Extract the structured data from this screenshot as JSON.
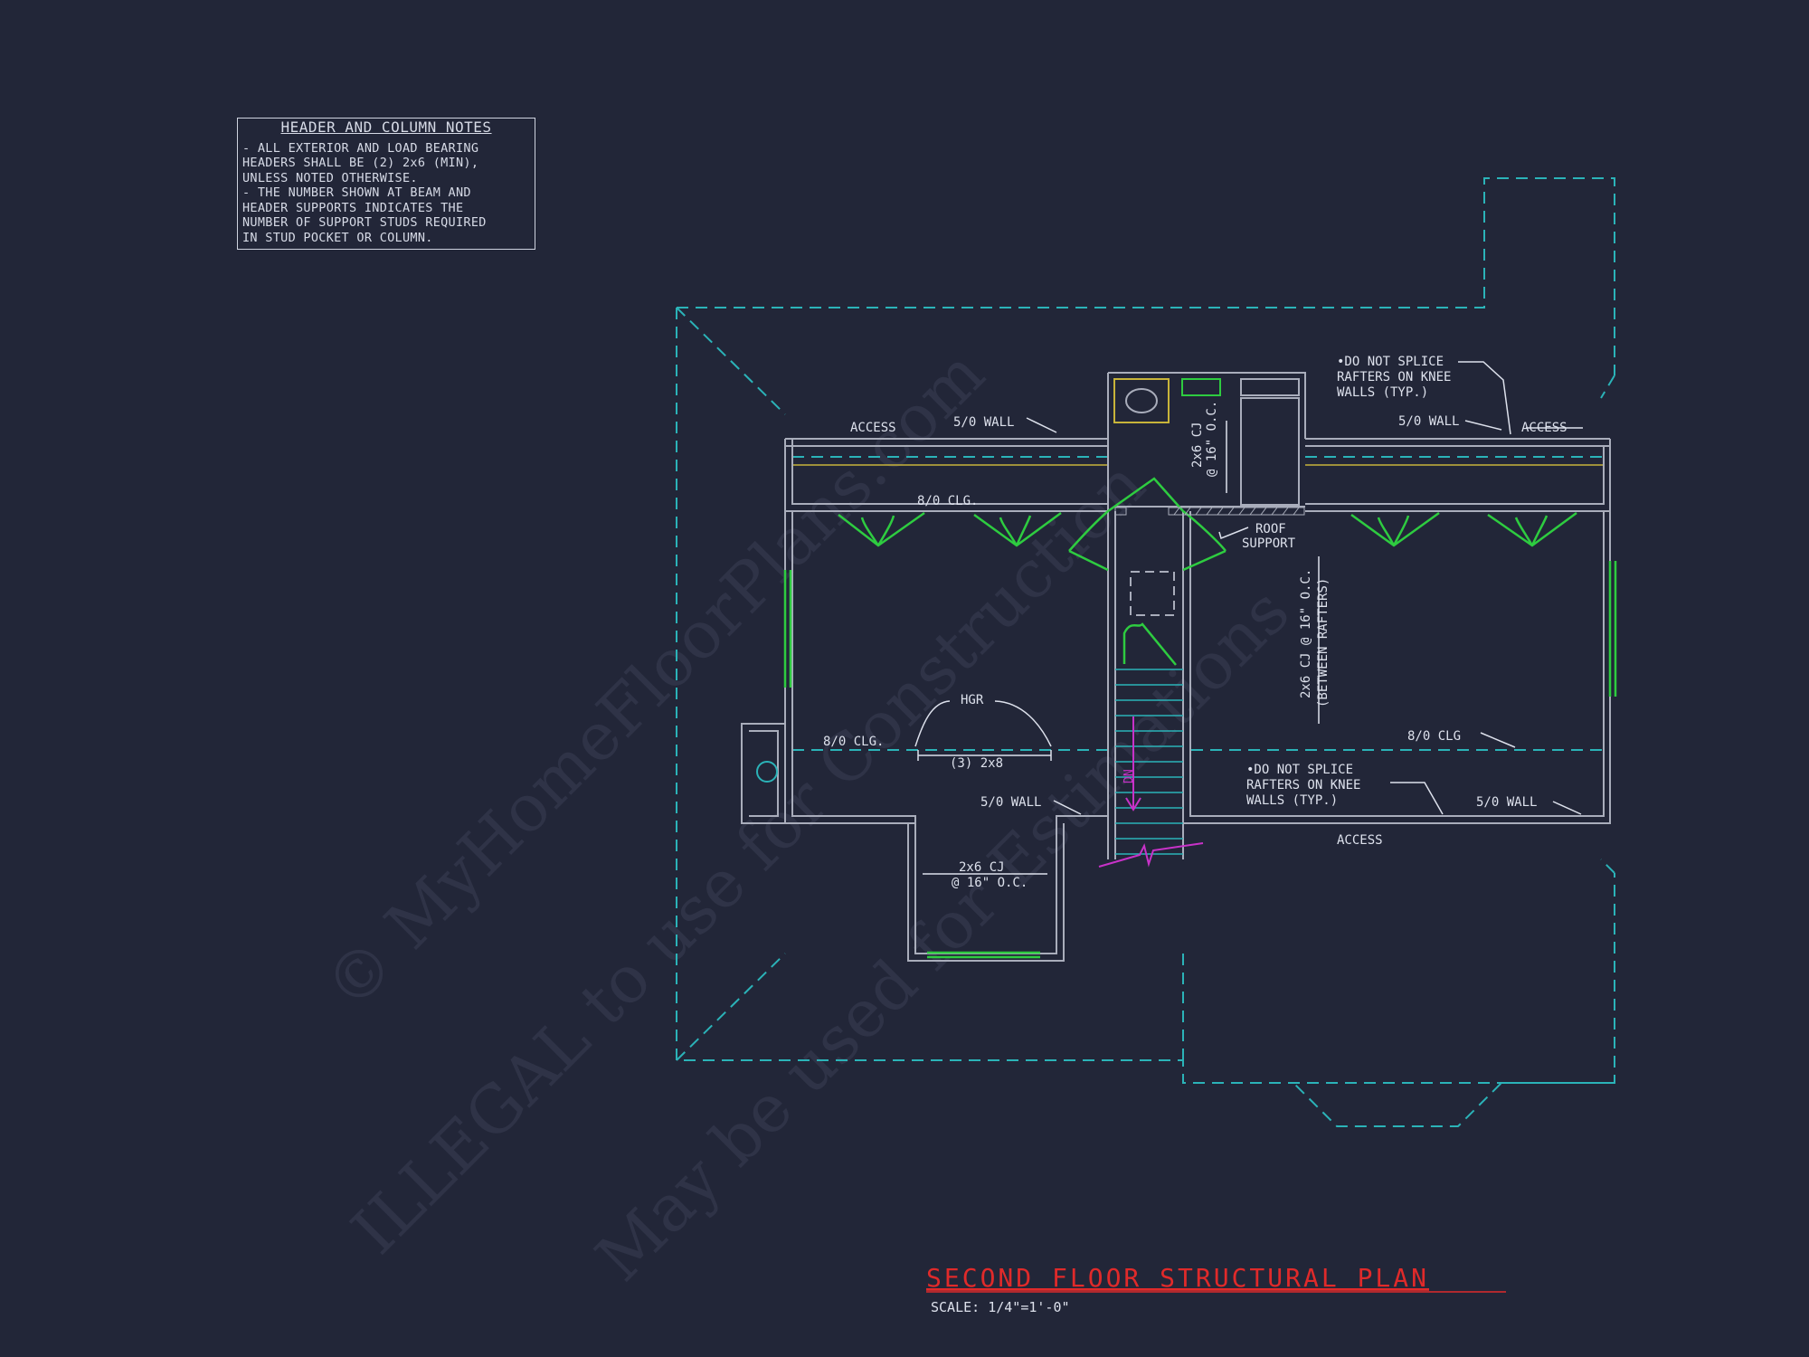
{
  "notes": {
    "title": "HEADER AND COLUMN NOTES",
    "lines": [
      "- ALL EXTERIOR AND LOAD BEARING",
      "HEADERS SHALL BE (2) 2x6 (MIN),",
      "UNLESS NOTED OTHERWISE.",
      "- THE NUMBER SHOWN AT BEAM AND",
      "HEADER SUPPORTS INDICATES THE",
      "NUMBER OF SUPPORT STUDS REQUIRED",
      "IN STUD POCKET OR COLUMN."
    ]
  },
  "plan": {
    "title": "SECOND FLOOR STRUCTURAL PLAN",
    "scale": "SCALE: 1/4\"=1'-0\"",
    "labels": {
      "access_left": "ACCESS",
      "wall_top_left": "5/0 WALL",
      "clg_top_left": "8/0 CLG.",
      "cj_top_1": "2x6 CJ",
      "cj_top_2": "@ 16\" O.C.",
      "splice_tr_1": "•DO NOT SPLICE",
      "splice_tr_2": "RAFTERS ON KNEE",
      "splice_tr_3": "WALLS (TYP.)",
      "wall_top_right": "5/0 WALL",
      "access_top_right": "ACCESS",
      "roof_1": "ROOF",
      "roof_2": "SUPPORT",
      "cj_vert_1": "2x6 CJ @ 16\" O.C.",
      "cj_vert_2": "(BETWEEN RAFTERS)",
      "hgr": "HGR",
      "beam": "(3) 2x8",
      "clg_mid_left": "8/0 CLG.",
      "wall_mid_left": "5/0 WALL",
      "cj_bot_1": "2x6 CJ",
      "cj_bot_2": "@ 16\" O.C.",
      "dn": "DN",
      "clg_mid_right": "8/0 CLG",
      "splice_mr_1": "•DO NOT SPLICE",
      "splice_mr_2": "RAFTERS ON KNEE",
      "splice_mr_3": "WALLS (TYP.)",
      "wall_mid_right": "5/0 WALL",
      "access_bottom": "ACCESS"
    }
  },
  "watermark": {
    "line1": "© MyHomeFloorPlans.com",
    "line2": "ILLEGAL to use for Construction",
    "line3": "May be used for Estimations"
  },
  "colors": {
    "background": "#222638",
    "wall": "#a9adbb",
    "roof": "#2bb3b8",
    "door": "#2ecc40",
    "title": "#e02a2a",
    "stair_arrow": "#c832c8",
    "ceiling_line": "#c8b43a"
  }
}
